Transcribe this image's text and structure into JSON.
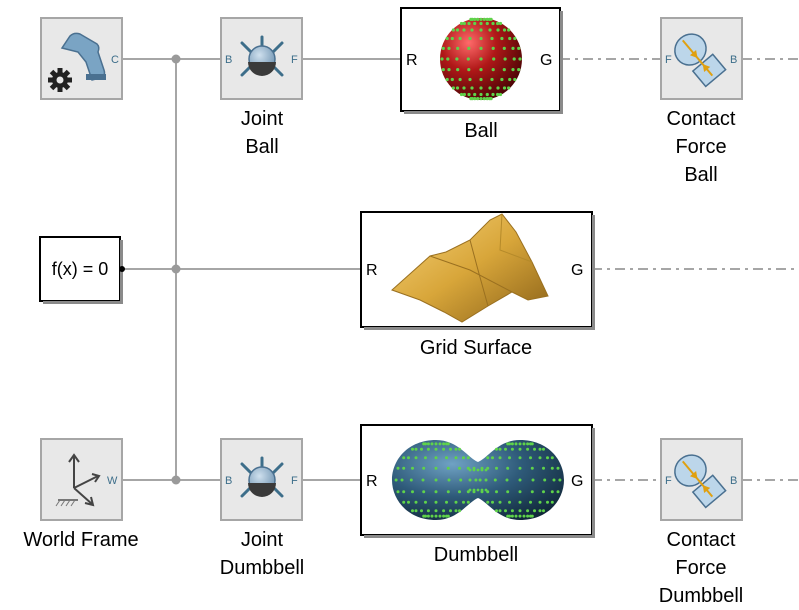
{
  "blocks": {
    "solver": {
      "port_c": "C"
    },
    "joint_ball": {
      "label": "Joint\nBall",
      "port_b": "B",
      "port_f": "F"
    },
    "ball": {
      "label": "Ball",
      "port_r": "R",
      "port_g": "G"
    },
    "contact_force_ball": {
      "label": "Contact\nForce\nBall",
      "port_f": "F",
      "port_b": "B"
    },
    "constraint": {
      "text": "f(x) = 0"
    },
    "grid_surface": {
      "label": "Grid Surface",
      "port_r": "R",
      "port_g": "G"
    },
    "world_frame": {
      "label": "World Frame",
      "port_w": "W"
    },
    "joint_dumbbell": {
      "label": "Joint\nDumbbell",
      "port_b": "B",
      "port_f": "F"
    },
    "dumbbell": {
      "label": "Dumbbell",
      "port_r": "R",
      "port_g": "G"
    },
    "contact_force_dumbbell": {
      "label": "Contact\nForce\nDumbbell",
      "port_f": "F",
      "port_b": "B"
    }
  },
  "colors": {
    "line": "#a6a6a6",
    "block_border": "#a6a6a6",
    "block_fill": "#e8e8e8",
    "ball_red": "#b01818",
    "dots_green": "#5fd34a",
    "dumbbell_blue": "#2f5b7a",
    "surface_gold": "#d8a63a",
    "port_label": "#3d6e8a"
  }
}
